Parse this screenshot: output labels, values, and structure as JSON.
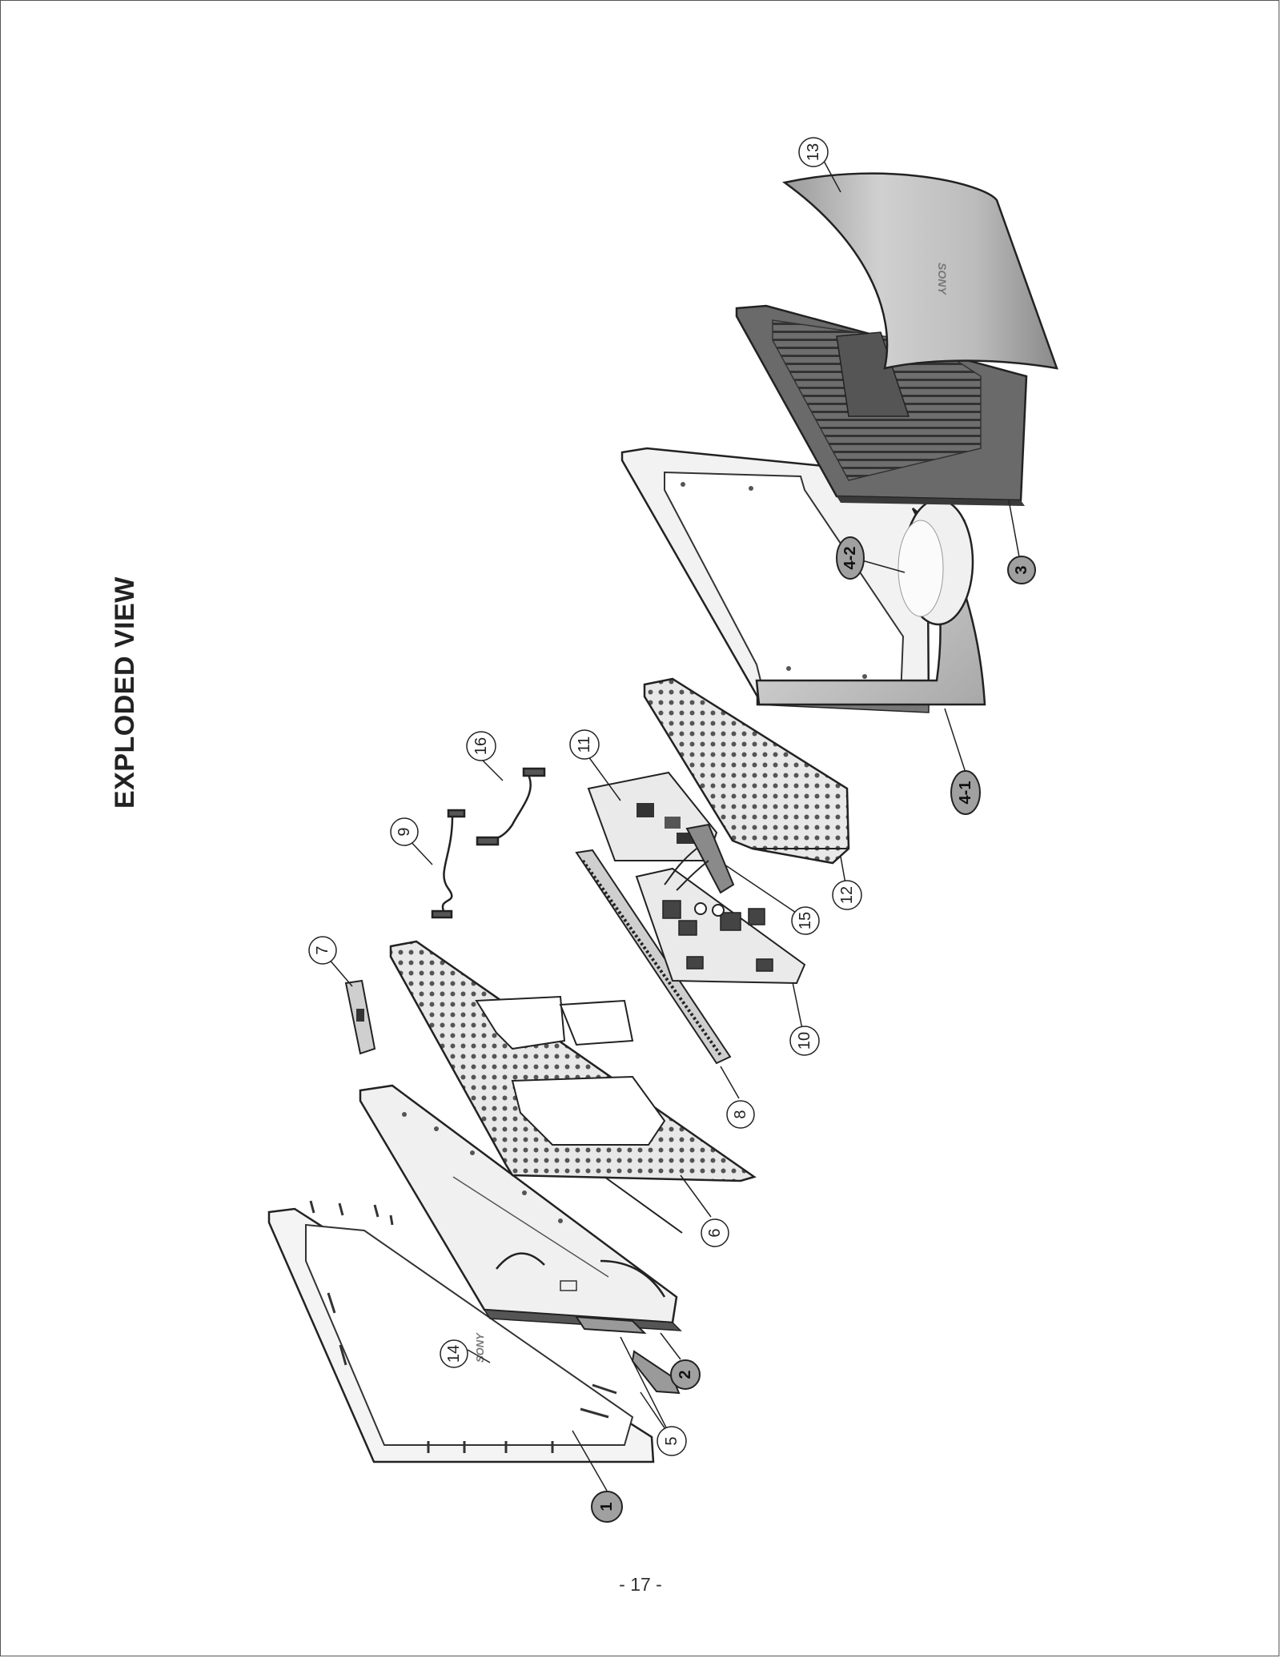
{
  "title": "EXPLODED VIEW",
  "page_number": "- 17 -",
  "brand_mark": "SONY",
  "callouts": {
    "p1": "1",
    "p2": "2",
    "p3": "3",
    "p4_1": "4-1",
    "p4_2": "4-2",
    "p5": "5",
    "p6": "6",
    "p7": "7",
    "p8": "8",
    "p9": "9",
    "p10": "10",
    "p11": "11",
    "p12": "12",
    "p13": "13",
    "p14": "14",
    "p15": "15",
    "p16": "16"
  }
}
